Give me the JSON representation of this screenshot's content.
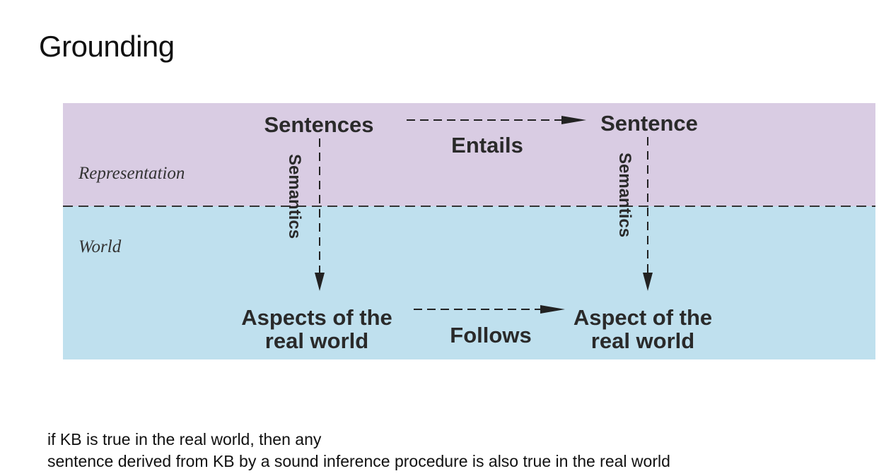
{
  "slide": {
    "title": "Grounding"
  },
  "diagram": {
    "colors": {
      "representation_band": "#d9cce3",
      "world_band": "#bfe0ee",
      "arrow": "#222222"
    },
    "regions": {
      "representation": "Representation",
      "world": "World"
    },
    "nodes": {
      "sentences": "Sentences",
      "sentence": "Sentence",
      "aspects_line1": "Aspects of the",
      "aspects_line2": "real world",
      "aspect_line1": "Aspect of the",
      "aspect_line2": "real world"
    },
    "edges": {
      "entails": "Entails",
      "follows": "Follows",
      "semantics_left": "Semantics",
      "semantics_right": "Semantics"
    }
  },
  "footer": {
    "line1": "if KB is true in the real world, then any",
    "line2": "sentence derived from KB by a sound inference procedure is also true in the real world"
  }
}
